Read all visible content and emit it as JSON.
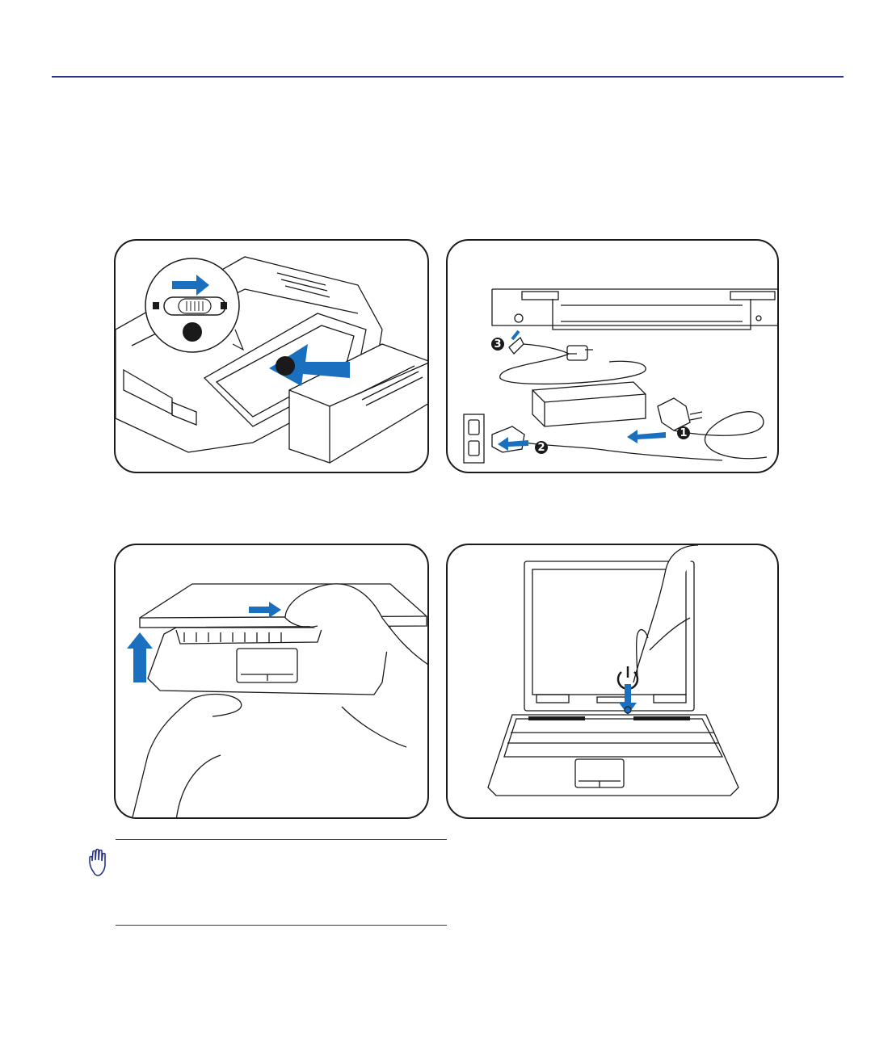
{
  "figures": {
    "battery": {
      "step_a": "",
      "step_b": ""
    },
    "power_adapter": {
      "step_1": "1",
      "step_2": "2",
      "step_3": "3"
    },
    "open_lid": {},
    "power_on": {}
  },
  "note": {
    "icon": "caution-hand-icon"
  },
  "colors": {
    "accent_blue": "#1b6fbf",
    "rule_blue": "#27338a",
    "line": "#1a1a1a"
  }
}
